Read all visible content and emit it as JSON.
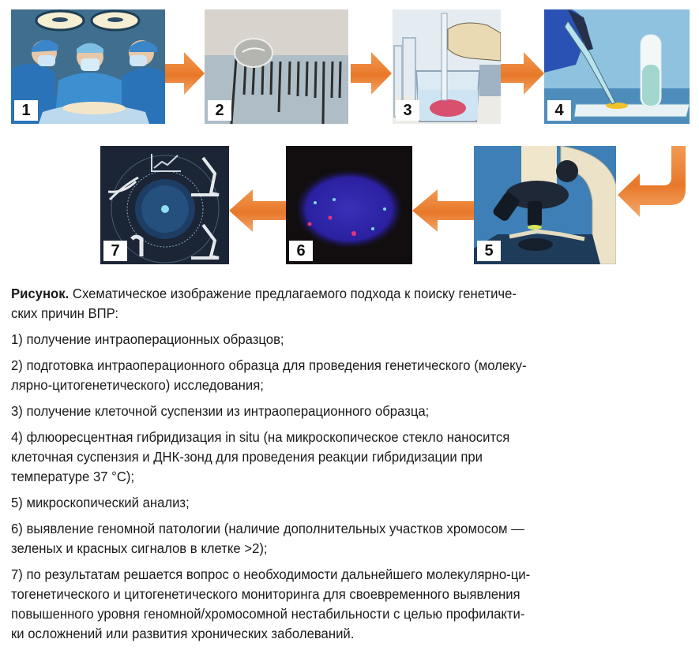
{
  "figure": {
    "panels": [
      {
        "number": "1",
        "scene": "surgeons-operating",
        "bg": "#3f6e8e"
      },
      {
        "number": "2",
        "scene": "tissue-sample-on-ruler",
        "bg": "#b8c3c9"
      },
      {
        "number": "3",
        "scene": "tissue-in-beaker-with-pipette",
        "bg": "#e6edf3"
      },
      {
        "number": "4",
        "scene": "pipette-dropping-on-slide",
        "bg": "#7eb7d6"
      },
      {
        "number": "5",
        "scene": "microscope",
        "bg": "#3d7fb6"
      },
      {
        "number": "6",
        "scene": "fish-nucleus-signals",
        "bg": "#120e10"
      },
      {
        "number": "7",
        "scene": "genetic-monitoring-icons",
        "bg": "#1b2535"
      }
    ],
    "arrow_color": "#e8782a"
  },
  "caption": {
    "label": "Рисунок.",
    "title": " Схематическое изображение предлагаемого подхода к поиску генетиче-ских причин ВПР:",
    "title_line1": " Схематическое изображение предлагаемого подхода к поиску генетиче-",
    "title_line2": "ских причин ВПР:",
    "items": [
      "1) получение интраоперационных образцов;",
      "2) подготовка интраоперационного образца для проведения генетического (молеку-лярно-цитогенетического) исследования;",
      "3) получение клеточной суспензии из интраоперационного образца;",
      "4) флюоресцентная гибридизация in situ (на микроскопическое стекло наносится клеточная суспензия и ДНК-зонд для проведения реакции гибридизации при температуре 37 °С);",
      "5) микроскопический анализ;",
      "6) выявление геномной патологии (наличие дополнительных участков хромосом — зеленых и красных сигналов в клетке >2);",
      "7) по результатам решается вопрос о необходимости дальнейшего молекулярно-ци-тогенетического и цитогенетического мониторинга для своевременного выявления повышенного уровня геномной/хромосомной нестабильности с целью профилакти-ки осложнений или развития хронических заболеваний."
    ],
    "items_lines": [
      [
        "1) получение интраоперационных образцов;"
      ],
      [
        "2) подготовка интраоперационного образца для проведения генетического (молеку-",
        "лярно-цитогенетического) исследования;"
      ],
      [
        "3) получение клеточной суспензии из интраоперационного образца;"
      ],
      [
        "4) флюоресцентная гибридизация in situ (на микроскопическое стекло наносится",
        "клеточная суспензия и ДНК-зонд для проведения реакции гибридизации при",
        "температуре 37 °С);"
      ],
      [
        "5) микроскопический анализ;"
      ],
      [
        "6) выявление геномной патологии (наличие дополнительных участков хромосом —",
        "зеленых и красных сигналов в клетке >2);"
      ],
      [
        "7) по результатам решается вопрос о необходимости дальнейшего молекулярно-ци-",
        "тогенетического и цитогенетического мониторинга для своевременного выявления",
        "повышенного уровня геномной/хромосомной нестабильности с целью профилакти-",
        "ки осложнений или развития хронических заболеваний."
      ]
    ]
  }
}
